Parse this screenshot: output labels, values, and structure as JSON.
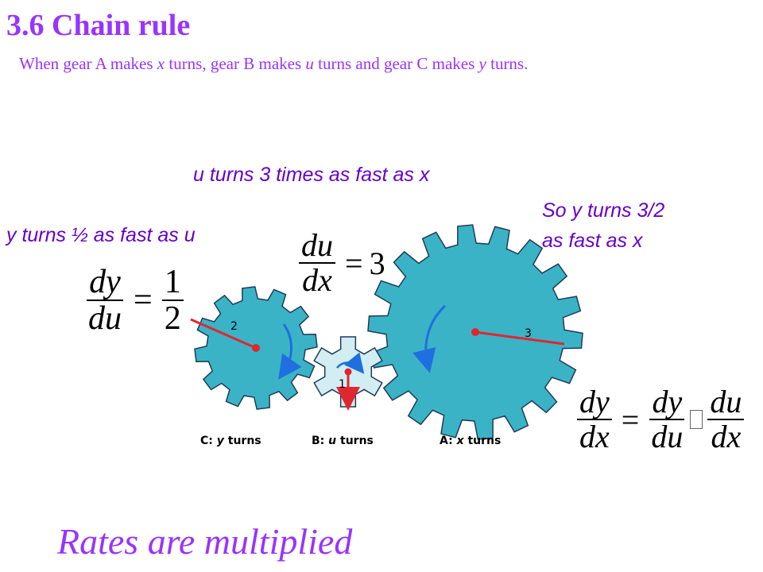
{
  "slide": {
    "title": "3.6 Chain rule",
    "subtitle_parts": [
      "When gear A makes ",
      "x",
      " turns, gear B makes ",
      "u",
      " turns and gear C makes ",
      "y",
      " turns."
    ],
    "note_u": "u turns 3 times as fast as x",
    "note_y": "y turns ½ as fast as u",
    "note_so_line1": "So y turns 3/2",
    "note_so_line2": "as fast as x",
    "footer": "Rates are multiplied"
  },
  "formulas": {
    "du_dx": {
      "num": "du",
      "den": "dx",
      "eq": "=",
      "value": "3"
    },
    "dy_du": {
      "num": "dy",
      "den": "du",
      "eq": "=",
      "value_num": "1",
      "value_den": "2"
    },
    "chain": {
      "lhs_num": "dy",
      "lhs_den": "dx",
      "eq": "=",
      "f1_num": "dy",
      "f1_den": "du",
      "f2_num": "du",
      "f2_den": "dx"
    }
  },
  "diagram": {
    "gears": [
      {
        "id": "C",
        "label": "2",
        "teeth": 12
      },
      {
        "id": "B",
        "label": "1",
        "teeth": 6
      },
      {
        "id": "A",
        "label": "3",
        "teeth": 18
      }
    ],
    "captions": {
      "c_prefix": "C: ",
      "c_var": "y",
      "c_suffix": " turns",
      "b_prefix": "B: ",
      "b_var": "u",
      "b_suffix": " turns",
      "a_prefix": "A: ",
      "a_var": "x",
      "a_suffix": " turns"
    },
    "colors": {
      "gear_fill": "#3bb3c6",
      "small_gear_fill": "#d2eef3",
      "gear_stroke": "#1f3b57",
      "arrow_blue": "#1f6fe0",
      "radius_red": "#e0262e"
    }
  }
}
